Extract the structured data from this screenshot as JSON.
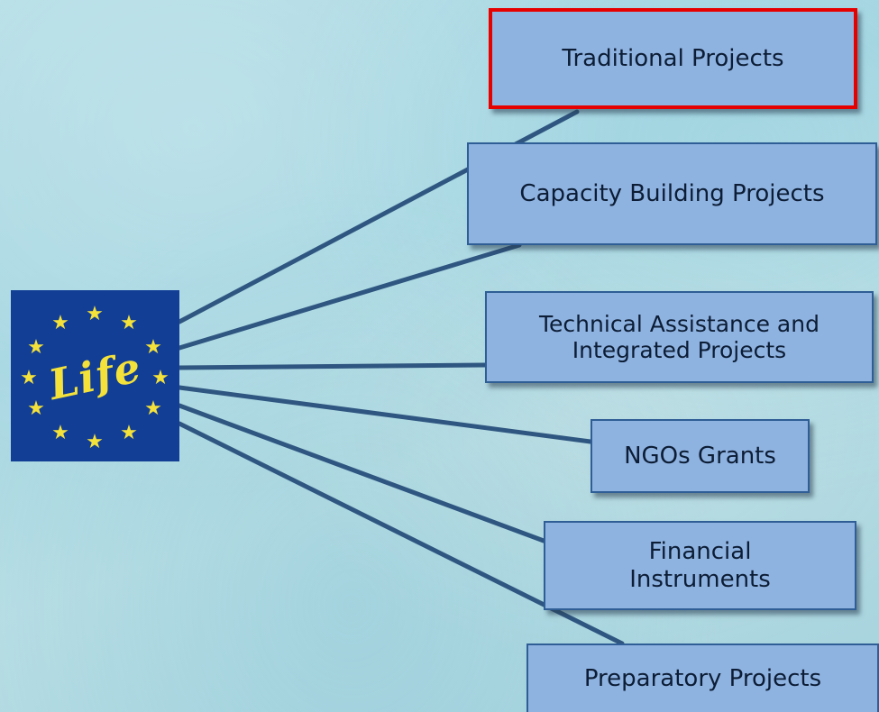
{
  "logo": {
    "text": "Life",
    "colors": {
      "background": "#123e96",
      "stars": "#f4e23a",
      "text": "#f4e23a"
    }
  },
  "nodes": [
    {
      "id": "traditional",
      "label": "Traditional Projects",
      "highlighted": true
    },
    {
      "id": "capacity",
      "label": "Capacity Building Projects",
      "highlighted": false
    },
    {
      "id": "technical",
      "label": "Technical Assistance and\nIntegrated Projects",
      "highlighted": false
    },
    {
      "id": "ngo",
      "label": "NGOs Grants",
      "highlighted": false
    },
    {
      "id": "financial",
      "label": "Financial\nInstruments",
      "highlighted": false
    },
    {
      "id": "preparatory",
      "label": "Preparatory Projects",
      "highlighted": false
    }
  ],
  "colors": {
    "box_fill": "#8fb3e1",
    "box_border": "#2f5e96",
    "highlight_border": "#e60000",
    "connector": "#2f5680",
    "text": "#0c1d35"
  }
}
